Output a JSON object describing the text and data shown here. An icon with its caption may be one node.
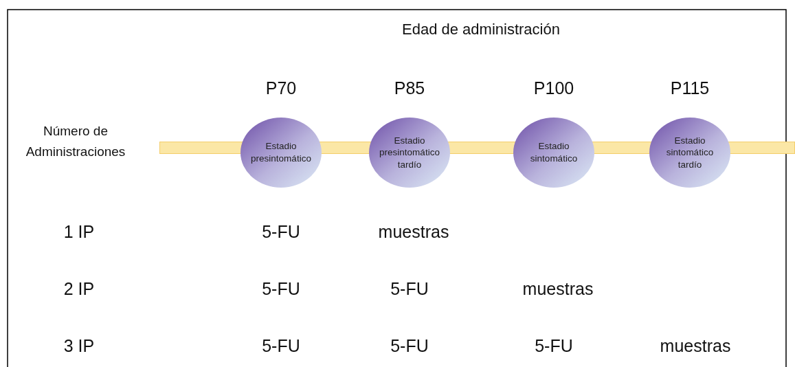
{
  "diagram": {
    "title": "Edad de administración",
    "nodes": [
      {
        "text": [
          "P70",
          "Estadio presintomático"
        ]
      },
      {
        "text": [
          "P85",
          "Estadio presintomático tardío"
        ]
      },
      {
        "text": [
          "P100",
          "Estadio sintomático"
        ]
      },
      {
        "text": [
          "P115",
          "Estadio sintomático tardío"
        ]
      },
      {
        "text": [],
        "shape": "bar"
      }
    ],
    "labels": [
      "Número de Administraciones",
      "1 IP",
      "5-FU",
      "muestras",
      "2 IP",
      "5-FU",
      "5-FU",
      "muestras",
      "3 IP",
      "5-FU",
      "5-FU",
      "5-FU",
      "muestras"
    ]
  }
}
